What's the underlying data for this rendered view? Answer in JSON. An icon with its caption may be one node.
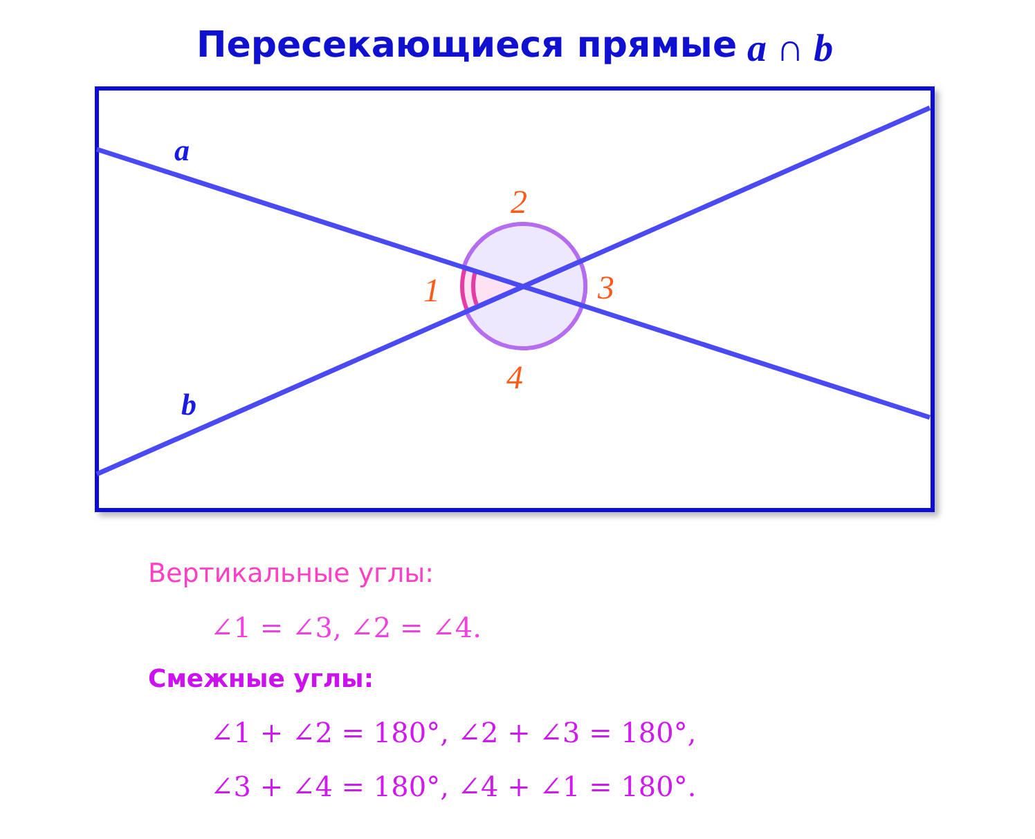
{
  "diagram": {
    "title": "Пересекающиеся прямые",
    "labels": [
      "a ∩ b",
      "a",
      "b",
      "1",
      "2",
      "3",
      "4",
      "Вертикальные углы:",
      "∠1 = ∠3, ∠2 = ∠4.",
      "Смежные углы:",
      "∠1 + ∠2 = 180°, ∠2 + ∠3 = 180°,",
      "∠3 + ∠4 = 180°, ∠4 + ∠1 = 180°."
    ]
  }
}
